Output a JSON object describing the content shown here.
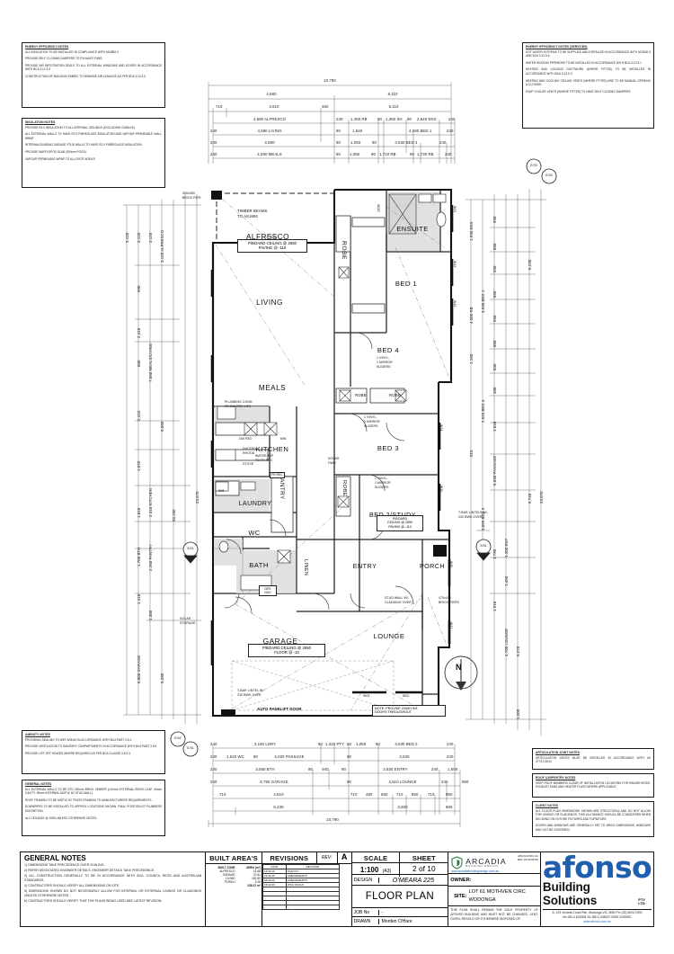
{
  "sheet": {
    "title": "FLOOR PLAN",
    "scale": "1:100",
    "scale_paper": "(A3)",
    "sheet_no": "2 of 10",
    "design": "O'MEARA 225",
    "job_no": "-",
    "drawn": "Morden O'Hare",
    "rev_letter": "A"
  },
  "notes": {
    "energy_efficiency": {
      "title": "ENERGY EFFICIENCY NOTES",
      "items": [
        "ALL INSULATION TO BE INSTALLED IN COMPLIANCE WITH AS4859.0",
        "PROVIDE SELF CLOSING DAMPERS TO EXHAUST FANS.",
        "PROVIDE AIR INFILTRATION SEALS TO ALL EXTERNAL WINDOWS AND DOORS IN ACCORDANCE WITH BCA 3.12.3.3",
        "CONSTRUCTION OF BUILDING FABRIC TO MINIMIZE AIR LEAKAGE AS PER BCA 3.12.3.5"
      ]
    },
    "insulation": {
      "title": "INSULATION NOTES",
      "items": [
        "PROVIDE R4.0 INSULATION TO ALL INTERNAL CEILINGS (EXCLUDING GARAGE).",
        "ALL EXTERNAL WALLS TO HAVE R2.0 FIBREGLASS INSULATION AND VAPOUR PERMEABLE WALL WRAP.",
        "INTERNAL/DIVIDING GARAGE STUD WALLS TO HAVE R2.0 FIBREGLASS INSULATION.",
        "PROVIDE WAFFLEPOD SLAB (300mm PODS).",
        "VAPOUR PERMEABLE WRAP TO ALL ROOF AREA'S"
      ]
    },
    "energy_services": {
      "title": "ENERGY EFFICIENCY NOTES (SERVICES)",
      "items": [
        "HOT WATER SYSTEMS TO BE SUPPLIED AND INSTALLED IN ACCORDANCE WITH AS3500.5 AND BCA 3.12.5.6",
        "WATER HEATING PIPEWORK TO BE INSTALLED IN ACCORDANCE WITH BCA 3.12.5.1",
        "HEATING AND COOLING DUCTWORK (WHERE FITTED) TO BE INSTALLED IN ACCORDANCE WITH BCA 3.12.5.3",
        "HEATING AND COOLING CEILING VENTS (WHERE FITTED) ARE TO BE MANUAL OPENING & CLOSING.",
        "EVAP COOLER VENTS (WHERE FITTED) TO HAVE SELF CLOSING DAMPERS."
      ]
    },
    "amenity": {
      "title": "AMENITY NOTES",
      "items": [
        "PROVIDING SEALING TO WET AREAS IN ACCORDANCE WITH BCA PART 3.8.1.",
        "PROVIDE VENTILATION TO SANITARY COMPARTMENTS IN ACCORDANCE WITH BCA PART 3.8.5",
        "PROVIDE LIFT-OFF HINGES WHERE REQUIRED AS PER BCA CLAUSE 3.8.3.3."
      ]
    },
    "general_left": {
      "title": "GENERAL NOTES",
      "items": [
        "ALL EXTERNAL WALLS TO BE STD 240mm BRICK VENEER (110mm EXTERNAL BRICK LEAF, 40mm CAVITY, 90mm INTERNAL MGP10 H2 STUD WALL).",
        "ROOF FRAMING TO BE MGP10 H2 TRUSS FRAMING TO MANUFACTURERS REQUIREMENTS.",
        "DOWNPIPES TO BE INSTALLED TO APPROX LOCATIONS SHOWN.  FINAL POSITION AT PLUMBERS DISCRETION.",
        "ALL CEILINGS @ 2550 UNLESS OTHERWISE NOTED."
      ]
    },
    "articulation": {
      "title": "ARTICULATION JOINT NOTES",
      "items": [
        "ARTICULATION JOINTS MUST BE INSTALLED IN ACCORDANCE WITH AS 4773.1/2010"
      ]
    },
    "roof_carpentry": {
      "title": "ROOF CARPENTRY NOTES",
      "items": [
        "KEEP ROOF MEMBERS CLEAR OF INSTALLATION LOCATIONS FOR RANGEHOODS, EXHAUST FANS AND HEATER FLUES WHERE APPLICABLE."
      ]
    },
    "client": {
      "title": "CLIENT NOTES",
      "items": [
        "ALL FLOOR PLAN DIMENSIONS SHOWN ARE STRUCTURAL AND DO NOT ALLOW FOR LININGS OR CLADDINGS. THIS ALLOWANCE SHOULD BE CONSIDERED WHEN DECIDING ON FUTURE FIXTURES AND FURNITURE.",
        "DOORS AND WINDOWS ARE GENERALLY SET TO BRICK DIMENSIONS, WINDOWS MAY NOT BE CENTERED."
      ]
    }
  },
  "title_block": {
    "general_notes_heading": "GENERAL NOTES",
    "general_notes": [
      "1) DIMENSIONS TAKE PRECEDENCE OVER SCALING.",
      "2) REFER ASSOCIATED ENGINEER DETAILS.  ENGINEER DETAILS TAKE PRECEDENCE.",
      "3) ALL CONSTRUCTION GENERALLY TO BE IN ACCORDANCE WITH BCA, COUNCIL REGS AND AUSTRALIAN STANDARDS.",
      "4) CONTRACTORS SHOULD VERIFY ALL DIMENSIONS ON SITE.",
      "5) DIMENSIONS SHOWN DO NOT NECESSARILY ALLOW FOR INTERNAL OR EXTERNAL LININGS OR CLADDINGS UNLESS OTHERWISE NOTED.",
      "6) CONTRACTORS SHOULD VERIFY THAT THE PLANS BEING USED ARE LATEST REVISION."
    ],
    "built_areas": {
      "heading": "BUILT AREA'S",
      "col_zone": "BUILT ZONE",
      "col_area": "AREA (m²)",
      "rows": [
        {
          "zone": "ALFRESCO",
          "area": "14.68"
        },
        {
          "zone": "GARAGE",
          "area": "37.61"
        },
        {
          "zone": "LIVING",
          "area": "182.80"
        },
        {
          "zone": "PORCH",
          "area": "3.28"
        }
      ],
      "total": "238.37 m²"
    },
    "revisions": {
      "heading": "REVISIONS",
      "rev_label": "REV:",
      "col_date": "DATE",
      "col_revision": "REVISION",
      "rows": [
        {
          "date": "16/11/16",
          "revision": "SKETCH"
        },
        {
          "date": "21/11/16",
          "revision": "AMENDMENTS"
        },
        {
          "date": "28/11/16",
          "revision": "AMENDMENTS"
        },
        {
          "date": "15/12/16",
          "revision": "WKG DWGS"
        },
        {
          "date": "-",
          "revision": "-"
        },
        {
          "date": "-",
          "revision": "-"
        },
        {
          "date": "-",
          "revision": "-"
        },
        {
          "date": "-",
          "revision": "-"
        },
        {
          "date": "-",
          "revision": "-"
        }
      ]
    },
    "scale_heading": "SCALE",
    "sheet_heading": "SHEET",
    "design_label": "DESIGN",
    "job_label": "JOB No",
    "drawn_label": "DRAWN",
    "arcadia": {
      "name": "ARCADIA",
      "sub": "BUILDING DESIGN",
      "web": "www.arcadiabuildingdesign.com.au",
      "reg1": "ABN 8419 803 221",
      "reg2": "REG: DP-AD39794"
    },
    "owner_label": "OWNER:",
    "owner_value": "",
    "site_label": "SITE:",
    "site_value": "LOT 61 MOTHVEN CIRC",
    "site_value2": "WODONGA",
    "copyright": "THIS PLAN SHALL REMAIN THE SOLE PROPERTY OF AFONSO BUILDING AND MUST NOT BE CHANGED, LENT, GIVEN, RESOLD OR OTHERWISE DISPOSED OF.",
    "company": {
      "logo_text": "afonso",
      "tagline": "Building Solutions",
      "suffix": "PTY LTD",
      "address": "A: 133 Victoria Cross Pde, Wodonga VIC 3690  Ph: (02) 6024 2000",
      "licences": "Vic DB-U #24308      Vic DB-U #38197      NSW 224049C",
      "web": "www.afonso.com.au"
    }
  },
  "plan": {
    "rooms": [
      {
        "name": "ALFRESCO"
      },
      {
        "name": "LIVING"
      },
      {
        "name": "MEALS"
      },
      {
        "name": "KITCHEN"
      },
      {
        "name": "PANTRY"
      },
      {
        "name": "LAUNDRY"
      },
      {
        "name": "WC"
      },
      {
        "name": "BATH"
      },
      {
        "name": "LINEN"
      },
      {
        "name": "ENTRY"
      },
      {
        "name": "PORCH"
      },
      {
        "name": "LOUNGE"
      },
      {
        "name": "GARAGE"
      },
      {
        "name": "BED 1"
      },
      {
        "name": "BED 2/STUDY"
      },
      {
        "name": "BED 3"
      },
      {
        "name": "BED 4"
      },
      {
        "name": "ENSUITE"
      },
      {
        "name": "ROBE"
      }
    ],
    "annotations": {
      "brick_pier": "350x350\nBRICK PIER",
      "timber_beams": "TIMBER BEAMS\nTO AS1684",
      "alfresco_ceiling": "P/BOARD CEILING @ 2550",
      "alfresco_paving": "PAVING @ -110",
      "plumbing_conn": "PLUMBING CONN.\nTO DW REC LOC",
      "water_tap": "WATER TAP\nTO FR REC",
      "ducted_rhood": "DUCTED\nRHOOD",
      "stove": "STOVE",
      "dw_rec": "DW REC",
      "mw": "MW",
      "fr_rec": "FR REC",
      "wm": "WM",
      "solar_hwu": "SOLAR\nHWU",
      "solar_storage": "SOLAR\nSTORAGE",
      "seat": "SEAT",
      "vinyl_mirror": "1 VINYL,\n1 MIRROR\nSLIDERS",
      "bed2_ceiling": "P/BOARD\nCEILING @ 2550\nPAVING @ -110",
      "garage_ceiling": "P/BOARD CEILING @ 2550",
      "garage_floor": "FLOOR @ -10",
      "tbar_garage": "T-BAR LINTEL W/-\n230 BWK OVER",
      "tbar_porch": "T-BAR LINTELS W/-\n230 BWK OVER",
      "auto_panelift": "AUTO PANELIFT DOOR",
      "stud_wall": "STUD WALL W/-\nCLADDING OVER",
      "brick_piers": "470x470\nBRICK PIERS",
      "note_doors": "NOTE: PROVIDE 2340H INT.\nDOORS THROUGHOUT",
      "cer_nch": "CER.\nNCH"
    },
    "markers": [
      {
        "id": "E/03"
      },
      {
        "id": "E/04"
      },
      {
        "id": "S/01"
      },
      {
        "id": "E/02"
      },
      {
        "id": "E/01"
      }
    ],
    "north": "N",
    "windows": [
      "W10",
      "W11",
      "W12",
      "W13",
      "W14",
      "W15",
      "W16",
      "W17",
      "W01",
      "W02",
      "W03"
    ],
    "dimensions": {
      "top": [
        {
          "row": 0,
          "values": [
            "10,790"
          ]
        },
        {
          "row": 1,
          "values": [
            "4,680",
            "6,110"
          ]
        },
        {
          "row": 2,
          "values": [
            "710",
            "3,610",
            "360",
            "6,110"
          ]
        },
        {
          "row": 3,
          "values": [
            "4,680 ALFRESCO",
            "240",
            "1,450 RB",
            "90",
            "1,360 SH",
            "90",
            "2,640 ENS",
            "240"
          ]
        },
        {
          "row": 4,
          "values": [
            "240",
            "4,590 LIVING",
            "90",
            "1,540",
            "4,090 BED 1",
            "240"
          ]
        },
        {
          "row": 5,
          "values": [
            "240",
            "4,590",
            "90",
            "1,050",
            "90",
            "3,530 BED 4",
            "240"
          ]
        },
        {
          "row": 6,
          "values": [
            "240",
            "4,590 MEALS",
            "90",
            "1,050",
            "90",
            "1,710 RB",
            "90",
            "1,730 RB",
            "240"
          ]
        }
      ],
      "bottom": [
        {
          "row": 0,
          "values": [
            "240",
            "3,180 LDRY",
            "90",
            "1,320 PTY",
            "90",
            "1,050",
            "90",
            "3,530 BED 2",
            "240"
          ]
        },
        {
          "row": 1,
          "values": [
            "240",
            "1,620 WC",
            "90",
            "4,020 PASSAGE",
            "90",
            "3,530",
            "240"
          ]
        },
        {
          "row": 2,
          "values": [
            "240",
            "3,560 BTH",
            "90",
            "940",
            "90",
            "3,830 ENTRY",
            "240",
            "1,600"
          ]
        },
        {
          "row": 3,
          "values": [
            "240",
            "5,750 GARAGE",
            "90",
            "3,510 LOUNGE",
            "240",
            "960"
          ]
        },
        {
          "row": 4,
          "values": [
            "710",
            "4,810",
            "710",
            "480",
            "650",
            "710",
            "850",
            "710",
            "960"
          ]
        },
        {
          "row": 5,
          "values": [
            "6,230",
            "3,600",
            "960"
          ]
        },
        {
          "row": 6,
          "values": [
            "10,790"
          ]
        }
      ],
      "left": [
        "3,120",
        "3,120",
        "3,120",
        "3,120 ALFRESCO",
        "990",
        "2,410",
        "600",
        "2,410",
        "1,070",
        "1,810",
        "7,060 MEALS/LIVING",
        "2,410 KITCHEN",
        "9,060",
        "1,700 BTH",
        "2,260 PANTRY",
        "1,410",
        "1,300",
        "6,000 GARAGE",
        "5,280",
        "20,250",
        "23,870"
      ],
      "right": [
        "1,930 ENS",
        "4,500 RB",
        "1,160",
        "3,930 BED 1",
        "2,920 BED 4",
        "510",
        "3,090 BED 3",
        "9,630 PASSAGE",
        "1,300 ENT",
        "1,450",
        "4,700 LOUNGE",
        "5,270",
        "1,200",
        "6,230",
        "9,720",
        "23,870",
        "990",
        "850",
        "990",
        "850",
        "950",
        "850",
        "830",
        "480",
        "1,610",
        "1,790",
        "1,910"
      ]
    }
  }
}
